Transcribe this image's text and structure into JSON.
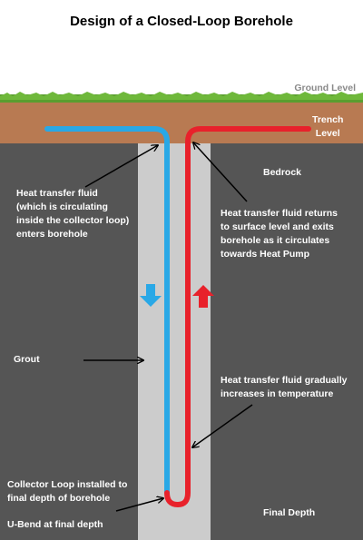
{
  "title": "Design of a Closed-Loop Borehole",
  "labels": {
    "ground_level": "Ground Level",
    "trench_level": "Trench\nLevel",
    "bedrock": "Bedrock",
    "fluid_enters": "Heat transfer fluid\n(which is circulating\ninside the collector loop)\nenters borehole",
    "fluid_returns": "Heat transfer fluid returns\nto surface level and exits\nborehole as it circulates\ntowards Heat Pump",
    "grout": "Grout",
    "fluid_warms": "Heat transfer fluid gradually\nincreases in temperature",
    "collector_loop": "Collector Loop installed to\nfinal depth of borehole",
    "u_bend": "U-Bend at final depth",
    "final_depth": "Final Depth"
  },
  "colors": {
    "grass": "#5a9e2f",
    "soil": "#b87a52",
    "bedrock": "#555555",
    "grout": "#cccccc",
    "cold_pipe": "#29a8e6",
    "hot_pipe": "#e8212b",
    "text_on_dark": "#ffffff",
    "ground_label": "#8a8a8a"
  },
  "icons": {
    "down_arrow": "blue-down-arrow-icon",
    "up_arrow": "red-up-arrow-icon"
  }
}
